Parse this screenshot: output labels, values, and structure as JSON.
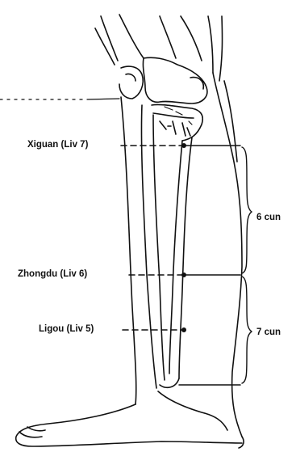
{
  "points": {
    "xiguan": "Xiguan (Liv 7)",
    "zhongdu": "Zhongdu (Liv 6)",
    "ligou": "Ligou (Liv 5)"
  },
  "measurements": {
    "upper": "6 cun",
    "lower": "7 cun"
  },
  "colors": {
    "ink": "#111111",
    "background": "#ffffff"
  }
}
